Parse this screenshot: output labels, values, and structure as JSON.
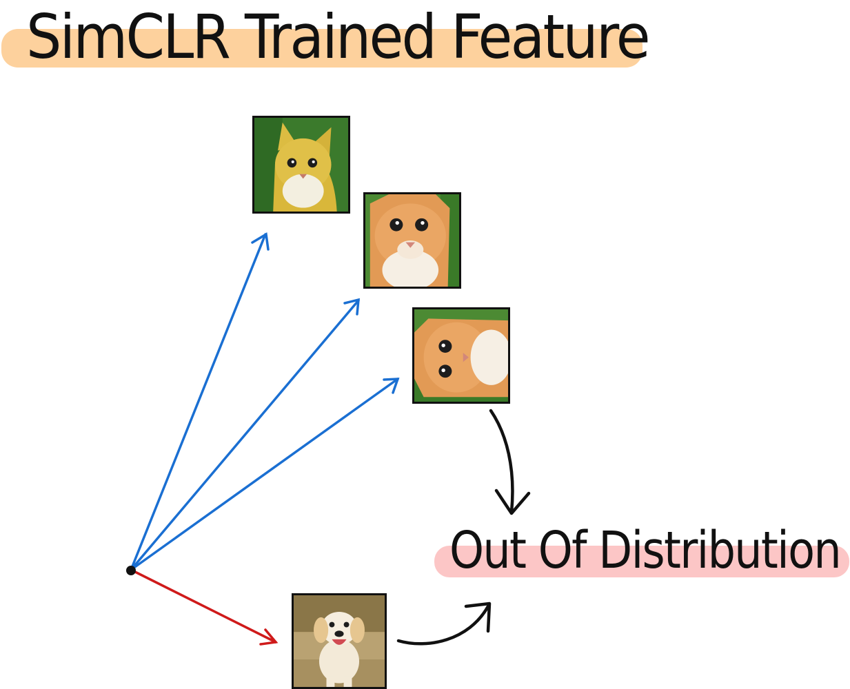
{
  "title": "SimCLR Trained Feature",
  "label_ood": "Out Of Distribution",
  "colors": {
    "title_highlight": "#fdd19d",
    "ood_highlight": "#fcc6c6",
    "in_distribution_arrow": "#1a6fd2",
    "out_of_distribution_arrow": "#cf1a1a",
    "annotation_arrow": "#111111"
  },
  "thumbnails": [
    {
      "subject": "cat",
      "augmentation": "original"
    },
    {
      "subject": "cat",
      "augmentation": "crop"
    },
    {
      "subject": "cat",
      "augmentation": "rotated"
    },
    {
      "subject": "dog",
      "augmentation": "original"
    }
  ]
}
